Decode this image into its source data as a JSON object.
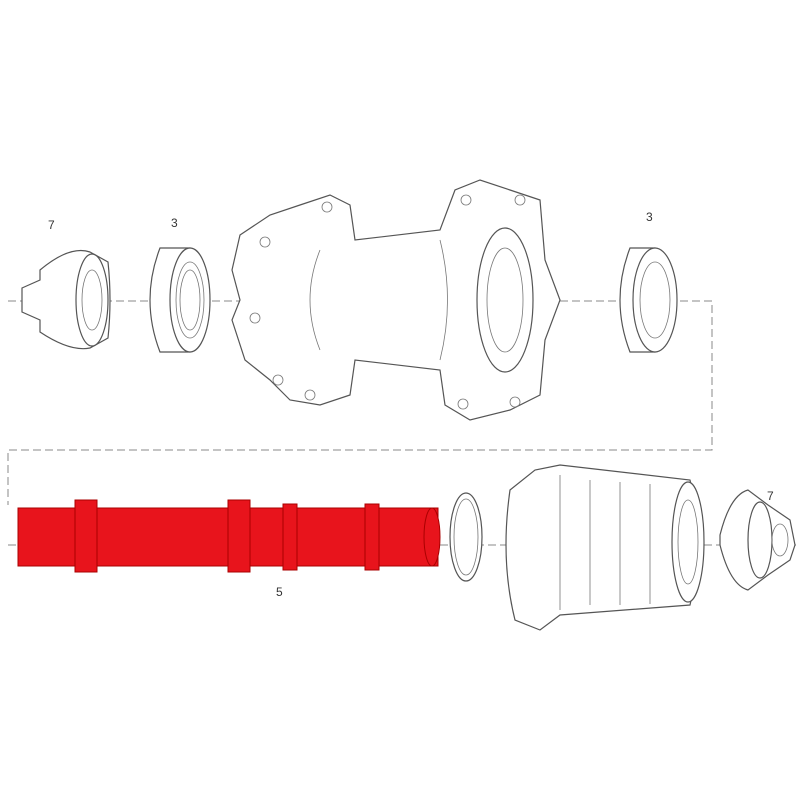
{
  "labels": {
    "end_cap_left": "7",
    "bearing_left": "3",
    "bearing_right": "3",
    "axle": "5",
    "end_cap_right": "7"
  },
  "colors": {
    "highlight": "#e8141c",
    "line": "#555555"
  }
}
